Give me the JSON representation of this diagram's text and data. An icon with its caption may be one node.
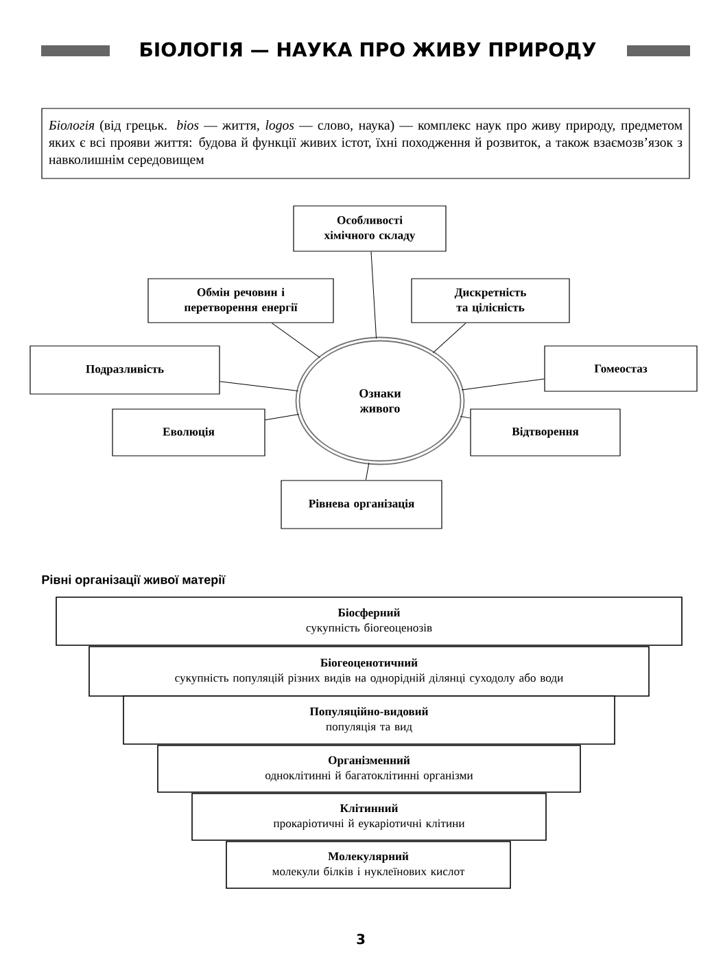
{
  "diagram": {
    "title": "БІОЛОГІЯ — НАУКА ПРО ЖИВУ ПРИРОДУ",
    "nodes": [
      {
        "text": [
          "*Біологія* (від грецьк. *bios* — життя, *logos* — слово, наука) — комплекс наук про живу природу, предметом яких є всі прояви життя: будова й функції живих істот, їхні походження й розвиток, а також взаємозв’язок з навколишнім середовищем"
        ]
      },
      {
        "text": [
          "Ознаки живого"
        ]
      },
      {
        "text": [
          "Особливості хімічного складу"
        ]
      },
      {
        "text": [
          "Обмін речовин і перетворення енергії"
        ]
      },
      {
        "text": [
          "Дискретність та цілісність"
        ]
      },
      {
        "text": [
          "Подразливість"
        ]
      },
      {
        "text": [
          "Гомеостаз"
        ]
      },
      {
        "text": [
          "Еволюція"
        ]
      },
      {
        "text": [
          "Відтворення"
        ]
      },
      {
        "text": [
          "Рівнева організація"
        ]
      },
      {
        "text": [
          "Біосферний",
          "сукупність біогеоценозів"
        ]
      },
      {
        "text": [
          "Біогеоценотичний",
          "сукупність популяцій різних видів на однорідній ділянці суходолу або води"
        ]
      },
      {
        "text": [
          "Популяційно-видовий",
          "популяція та вид"
        ]
      },
      {
        "text": [
          "Організменний",
          "одноклітинні й багатоклітинні організми"
        ]
      },
      {
        "text": [
          "Клітинний",
          "прокаріотичні й еукаріотичні клітини"
        ]
      },
      {
        "text": [
          "Молекулярний",
          "молекули білків і нуклеїнових кислот"
        ]
      }
    ],
    "edges": [
      {
        "from": 1,
        "to": 2,
        "arrow": "none"
      },
      {
        "from": 1,
        "to": 3,
        "arrow": "none"
      },
      {
        "from": 1,
        "to": 4,
        "arrow": "none"
      },
      {
        "from": 1,
        "to": 5,
        "arrow": "none"
      },
      {
        "from": 1,
        "to": 6,
        "arrow": "none"
      },
      {
        "from": 1,
        "to": 7,
        "arrow": "none"
      },
      {
        "from": 1,
        "to": 8,
        "arrow": "none"
      },
      {
        "from": 1,
        "to": 9,
        "arrow": "none"
      }
    ],
    "labels": [
      "Рівні організації живої матерії",
      "3"
    ]
  }
}
